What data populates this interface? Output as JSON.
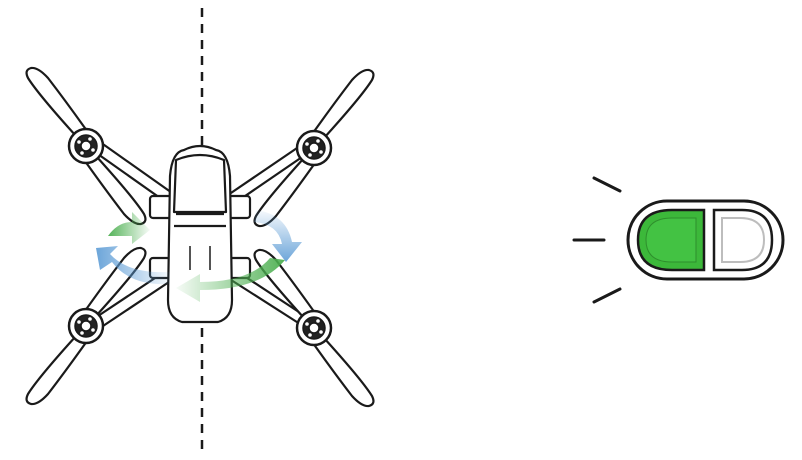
{
  "diagram": {
    "subject": "drone-top-view-calibration",
    "rotation_direction": "counterclockwise-horizontal-spin",
    "axis_line": "dashed-vertical-center-axis",
    "indicator": {
      "name": "status-led-indicator",
      "state": "left-half-lit",
      "lit_color": "#3cb83a",
      "off_color": "#ffffff"
    },
    "colors": {
      "outline": "#1a1a1a",
      "green_arrow": "#4caf50",
      "blue_arrow": "#5b9bd5"
    }
  }
}
